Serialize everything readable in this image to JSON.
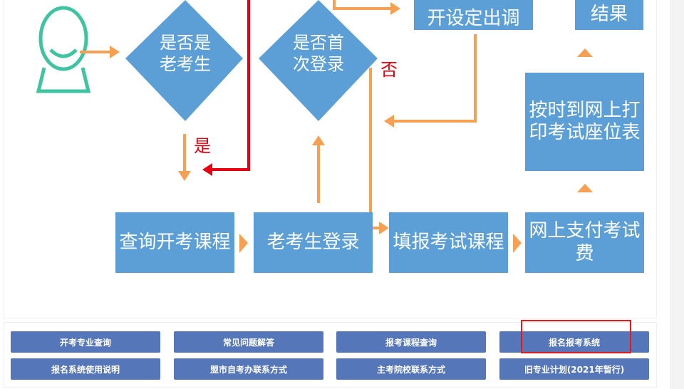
{
  "flow": {
    "top_left_box": "开设定出调",
    "top_right_box": "结果",
    "diamond1": "是否是\n老考生",
    "diamond2": "是否首\n次登录",
    "label_yes": "是",
    "label_no": "否",
    "print_box": "按时到网上打\n印考试座位表",
    "step1": "查询开考课程",
    "step2": "老考生登录",
    "step3": "填报考试课程",
    "step4": "网上支付考试费"
  },
  "buttons": {
    "b1": "开考专业查询",
    "b2": "常见问题解答",
    "b3": "报考课程查询",
    "b4": "报名报考系统",
    "b5": "报名系统使用说明",
    "b6": "盟市自考办联系方式",
    "b7": "主考院校联系方式",
    "b8": "旧专业计划(2021年暂行)"
  },
  "colors": {
    "box": "#5b9fd6",
    "arrow_orange": "#f5a052",
    "arrow_red": "#e60012",
    "person": "#3fc3a0",
    "button": "#5576b8",
    "highlight": "#e21a1a"
  }
}
